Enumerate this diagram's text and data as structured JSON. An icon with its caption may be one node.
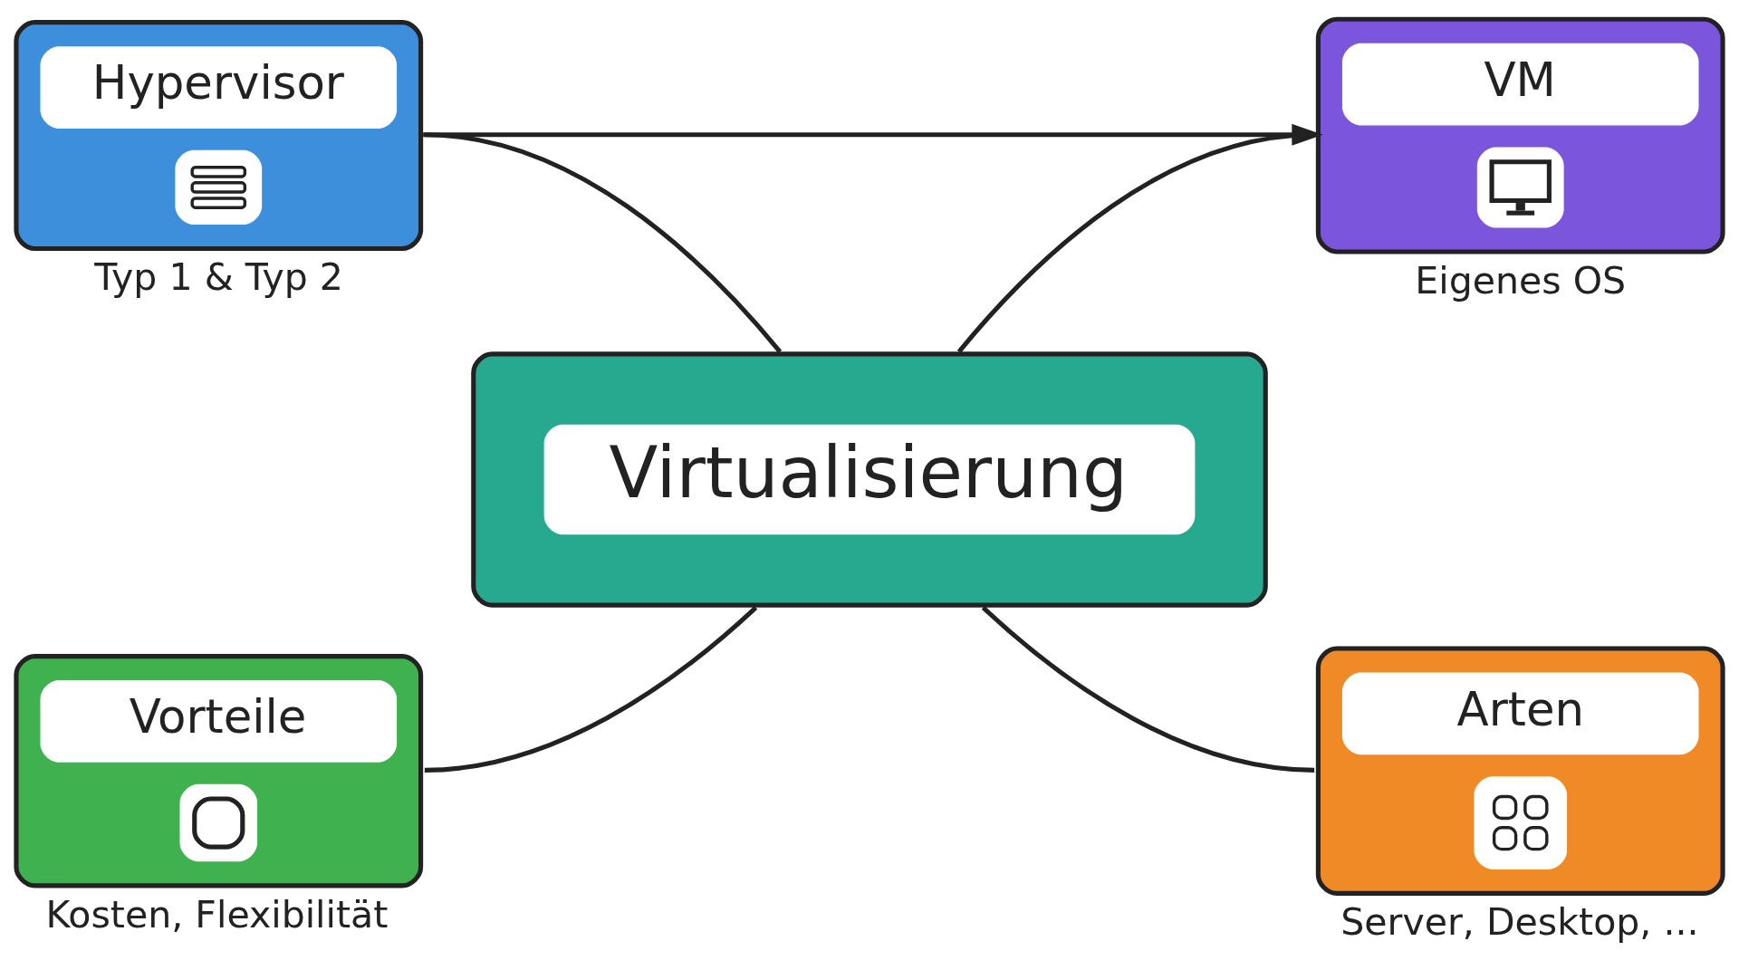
{
  "diagram": {
    "nodes": [
      {
        "text": [
          "Hypervisor"
        ],
        "beside": [
          "Typ 1 & Typ 2"
        ]
      },
      {
        "text": [
          "VM"
        ],
        "beside": [
          "Eigenes OS"
        ]
      },
      {
        "text": [
          "Virtualisierung"
        ]
      },
      {
        "text": [
          "Vorteile"
        ],
        "beside": [
          "Kosten, Flexibilität"
        ]
      },
      {
        "text": [
          "Arten"
        ],
        "beside": [
          "Server, Desktop, ..."
        ]
      }
    ],
    "edges": [
      {
        "from": 0,
        "to": 1,
        "arrow": "to"
      },
      {
        "from": 0,
        "to": 2,
        "arrow": "none"
      },
      {
        "from": 1,
        "to": 2,
        "arrow": "none"
      },
      {
        "from": 2,
        "to": 3,
        "arrow": "none"
      },
      {
        "from": 2,
        "to": 4,
        "arrow": "none"
      }
    ]
  }
}
